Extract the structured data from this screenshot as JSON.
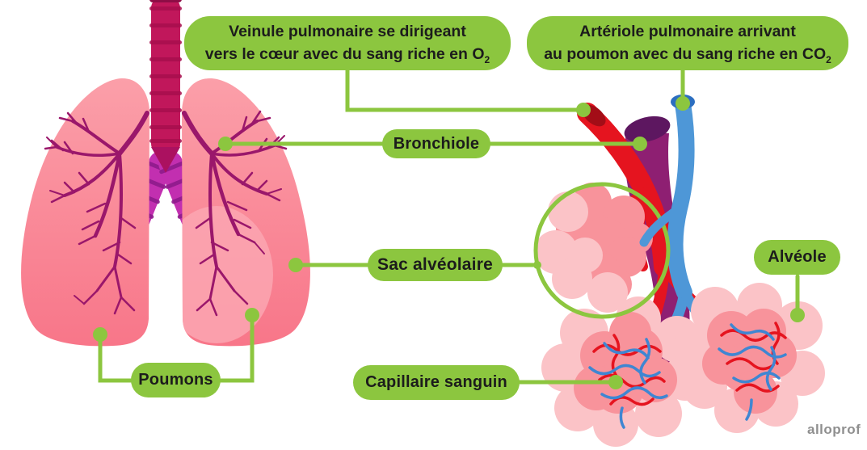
{
  "figure": {
    "watermark": "alloprof"
  },
  "labels": {
    "veinule": {
      "line1": "Veinule pulmonaire se dirigeant",
      "line2": "vers le cœur avec du sang riche en O",
      "sub": "2"
    },
    "arteriole": {
      "line1": "Artériole pulmonaire arrivant",
      "line2": "au poumon avec du sang riche en CO",
      "sub": "2"
    },
    "bronchiole": "Bronchiole",
    "sac_alveolaire": "Sac alvéolaire",
    "alveole": "Alvéole",
    "poumons": "Poumons",
    "capillaire_sanguin": "Capillaire sanguin"
  },
  "colors": {
    "label_green": "#8cc63f",
    "label_text": "#1c1c1c",
    "lung_pink_top": "#fb9fa9",
    "lung_pink_bottom": "#f87689",
    "lung_pink_light_patch": "#fba6b2",
    "bronchial_tree": "#9a176b",
    "trachea": "#c1175b",
    "trachea_ring": "#a80e4e",
    "bronchus": "#c22fb0",
    "bronchus_ring": "#8e1a8c",
    "artery_red": "#e5141f",
    "artery_red_opening": "#a30d17",
    "vein_blue": "#4e97d7",
    "vein_blue_opening": "#2b6ec0",
    "bronchiole_purple": "#8e1f72",
    "bronchiole_purple_opening": "#5d1760",
    "alveolus_mid_pink": "#f8939b",
    "alveolus_light_pink": "#fbc3c7",
    "watermark_gray": "#8f8f8f"
  }
}
